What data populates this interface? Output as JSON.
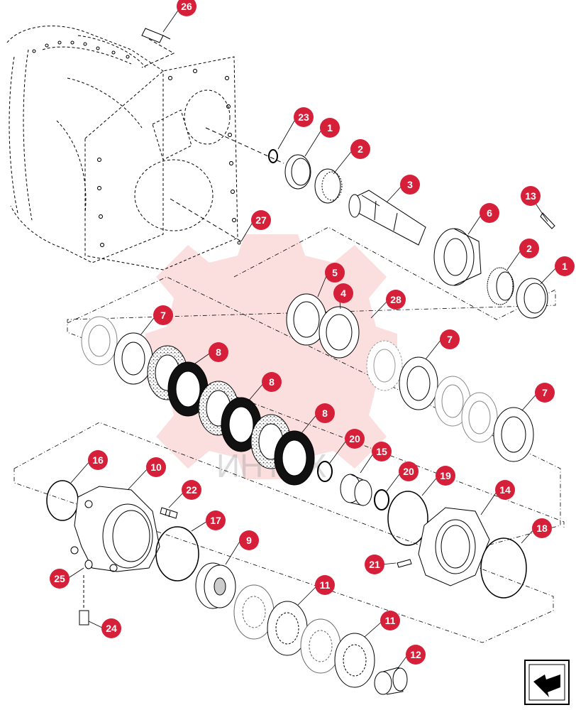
{
  "watermark": {
    "text": "ИНТЕХ",
    "color": "#e53935"
  },
  "colors": {
    "callout": "#d6203a",
    "line": "#000000"
  },
  "callouts": [
    {
      "id": "c26",
      "label": "26"
    },
    {
      "id": "c23",
      "label": "23"
    },
    {
      "id": "c1a",
      "label": "1"
    },
    {
      "id": "c2a",
      "label": "2"
    },
    {
      "id": "c3",
      "label": "3"
    },
    {
      "id": "c13",
      "label": "13"
    },
    {
      "id": "c6",
      "label": "6"
    },
    {
      "id": "c2b",
      "label": "2"
    },
    {
      "id": "c1b",
      "label": "1"
    },
    {
      "id": "c27",
      "label": "27"
    },
    {
      "id": "c5",
      "label": "5"
    },
    {
      "id": "c4",
      "label": "4"
    },
    {
      "id": "c28",
      "label": "28"
    },
    {
      "id": "c7a",
      "label": "7"
    },
    {
      "id": "c7b",
      "label": "7"
    },
    {
      "id": "c7c",
      "label": "7"
    },
    {
      "id": "c8a",
      "label": "8"
    },
    {
      "id": "c8b",
      "label": "8"
    },
    {
      "id": "c8c",
      "label": "8"
    },
    {
      "id": "c20a",
      "label": "20"
    },
    {
      "id": "c15",
      "label": "15"
    },
    {
      "id": "c20b",
      "label": "20"
    },
    {
      "id": "c19",
      "label": "19"
    },
    {
      "id": "c14",
      "label": "14"
    },
    {
      "id": "c16",
      "label": "16"
    },
    {
      "id": "c10",
      "label": "10"
    },
    {
      "id": "c22",
      "label": "22"
    },
    {
      "id": "c17",
      "label": "17"
    },
    {
      "id": "c9",
      "label": "9"
    },
    {
      "id": "c18",
      "label": "18"
    },
    {
      "id": "c21",
      "label": "21"
    },
    {
      "id": "c25",
      "label": "25"
    },
    {
      "id": "c11a",
      "label": "11"
    },
    {
      "id": "c11b",
      "label": "11"
    },
    {
      "id": "c24",
      "label": "24"
    },
    {
      "id": "c12",
      "label": "12"
    }
  ],
  "nav_icon": {
    "name": "return-arrow-icon"
  }
}
